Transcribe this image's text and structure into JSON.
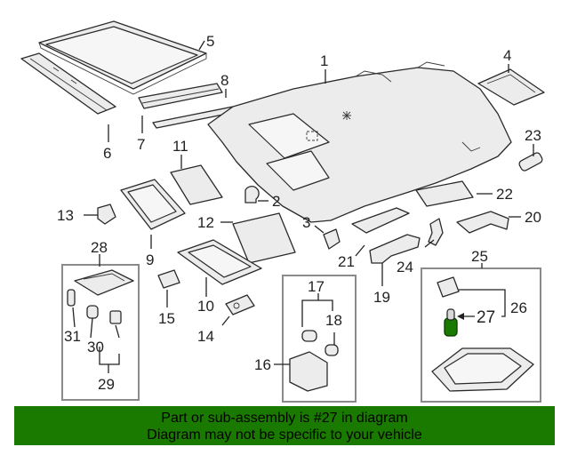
{
  "callouts": {
    "c1": "1",
    "c2": "2",
    "c3": "3",
    "c4": "4",
    "c5": "5",
    "c6": "6",
    "c7": "7",
    "c8": "8",
    "c9": "9",
    "c10": "10",
    "c11": "11",
    "c12": "12",
    "c13": "13",
    "c14": "14",
    "c15": "15",
    "c16": "16",
    "c17": "17",
    "c18": "18",
    "c19": "19",
    "c20": "20",
    "c21": "21",
    "c22": "22",
    "c23": "23",
    "c24": "24",
    "c25": "25",
    "c26": "26",
    "c27": "27",
    "c28": "28",
    "c29": "29",
    "c30": "30",
    "c31": "31"
  },
  "highlight": {
    "part": "27",
    "color": "#1a7a00"
  },
  "banner": {
    "line1": "Part or sub-assembly is #27 in diagram",
    "line2": "Diagram may not be specific to your vehicle",
    "color": "#1a7a00"
  }
}
